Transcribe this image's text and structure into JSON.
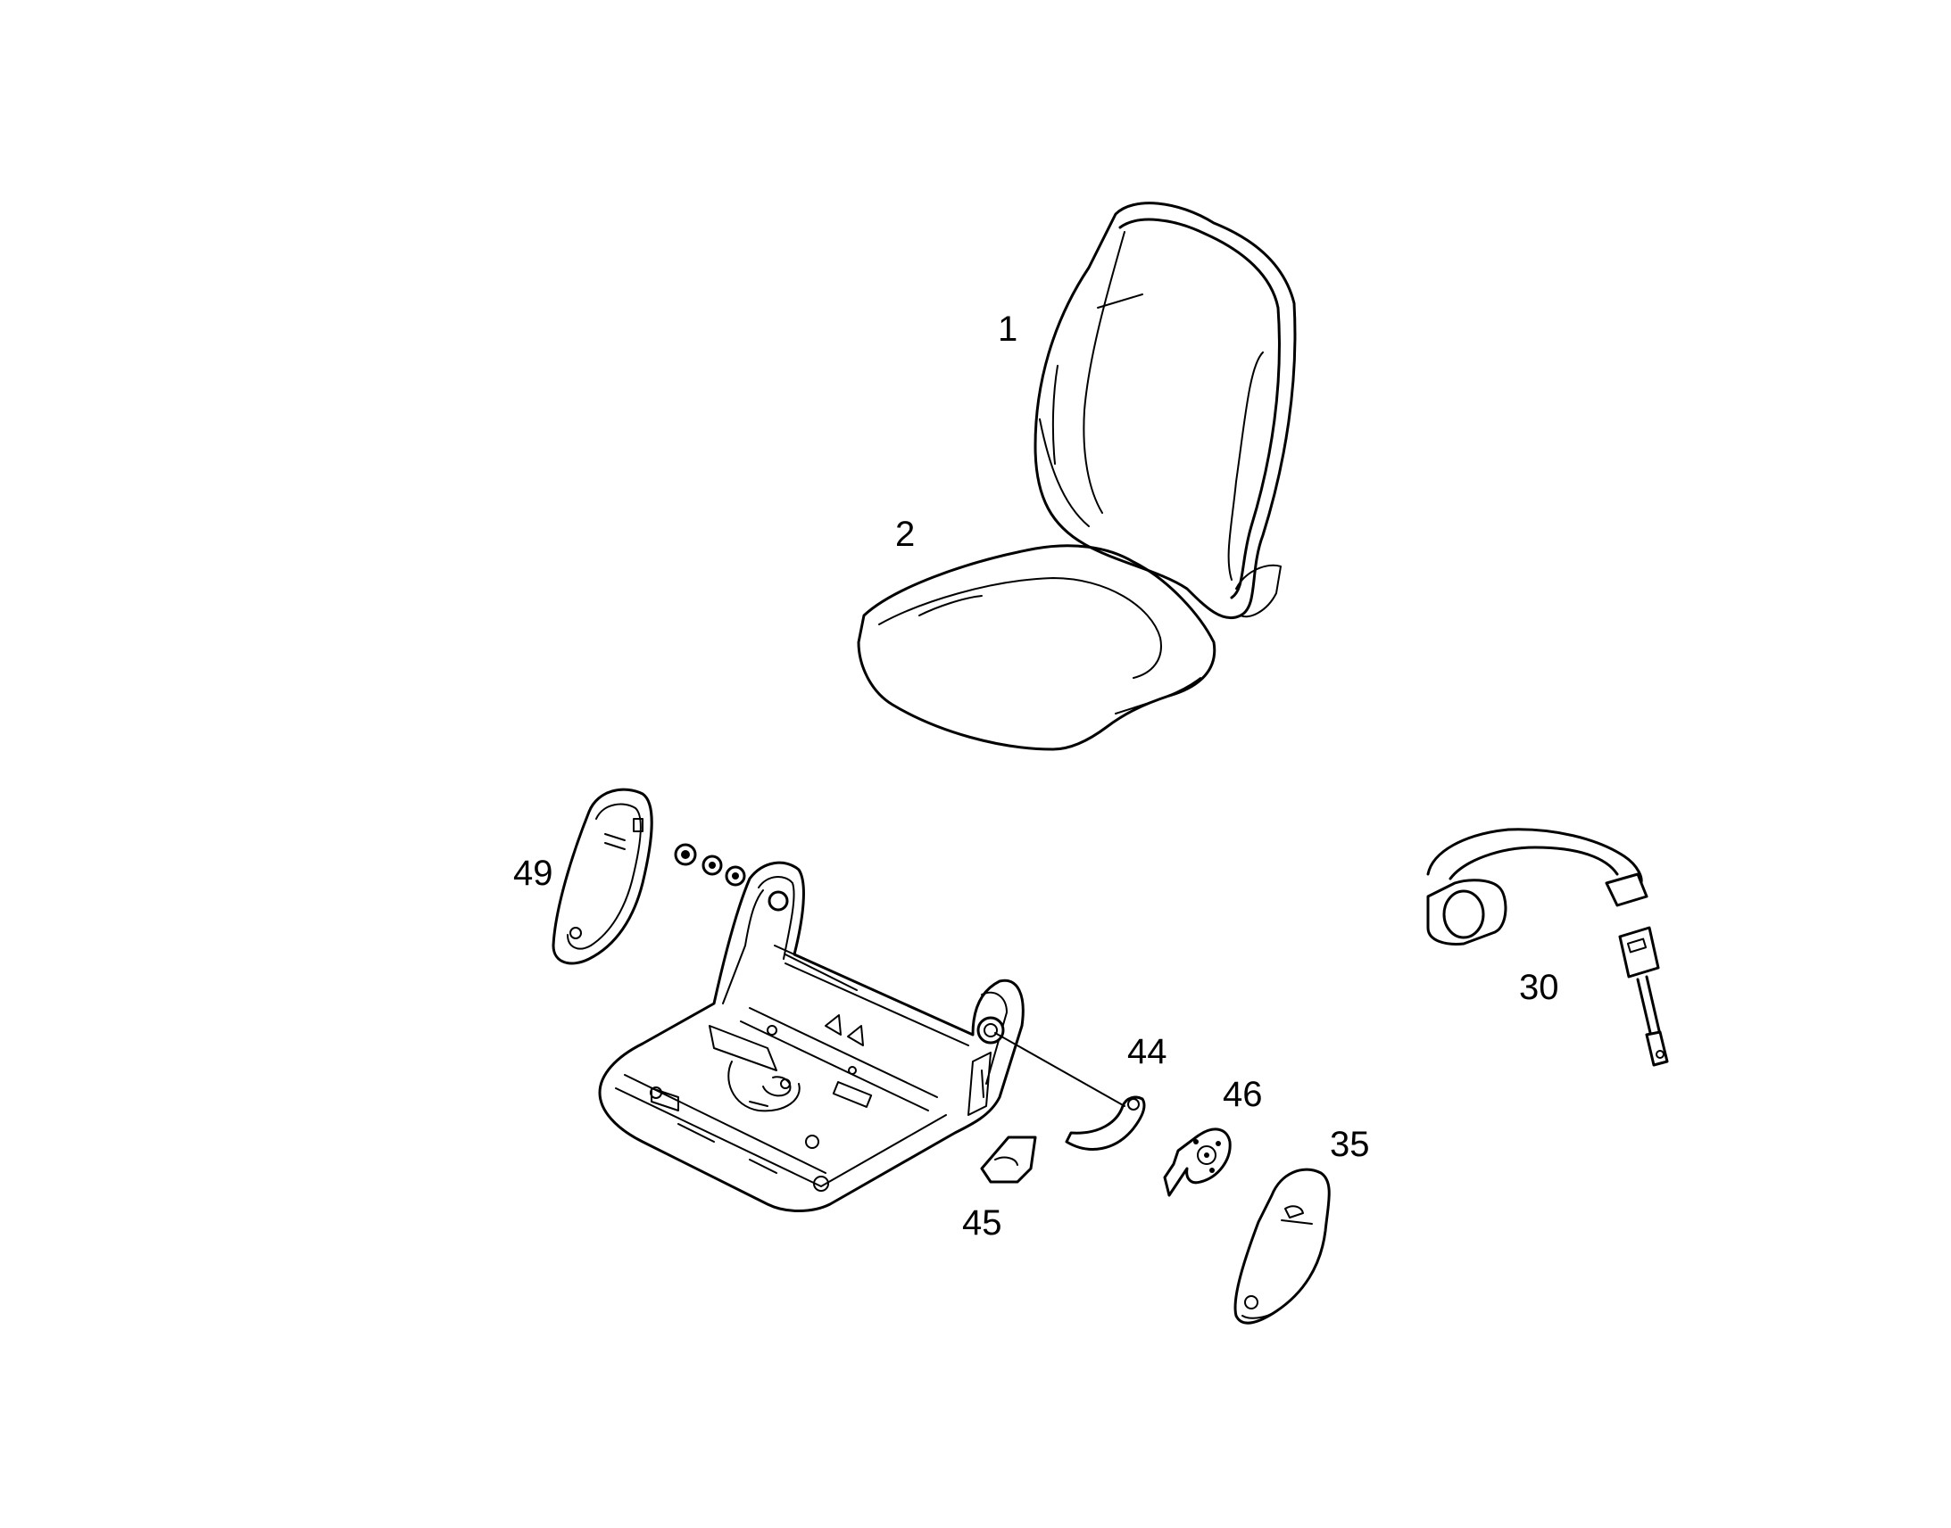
{
  "diagram": {
    "callouts": [
      {
        "id": "1",
        "text": "1"
      },
      {
        "id": "2",
        "text": "2"
      },
      {
        "id": "49",
        "text": "49"
      },
      {
        "id": "30",
        "text": "30"
      },
      {
        "id": "44",
        "text": "44"
      },
      {
        "id": "46",
        "text": "46"
      },
      {
        "id": "35",
        "text": "35"
      },
      {
        "id": "45",
        "text": "45"
      }
    ]
  }
}
